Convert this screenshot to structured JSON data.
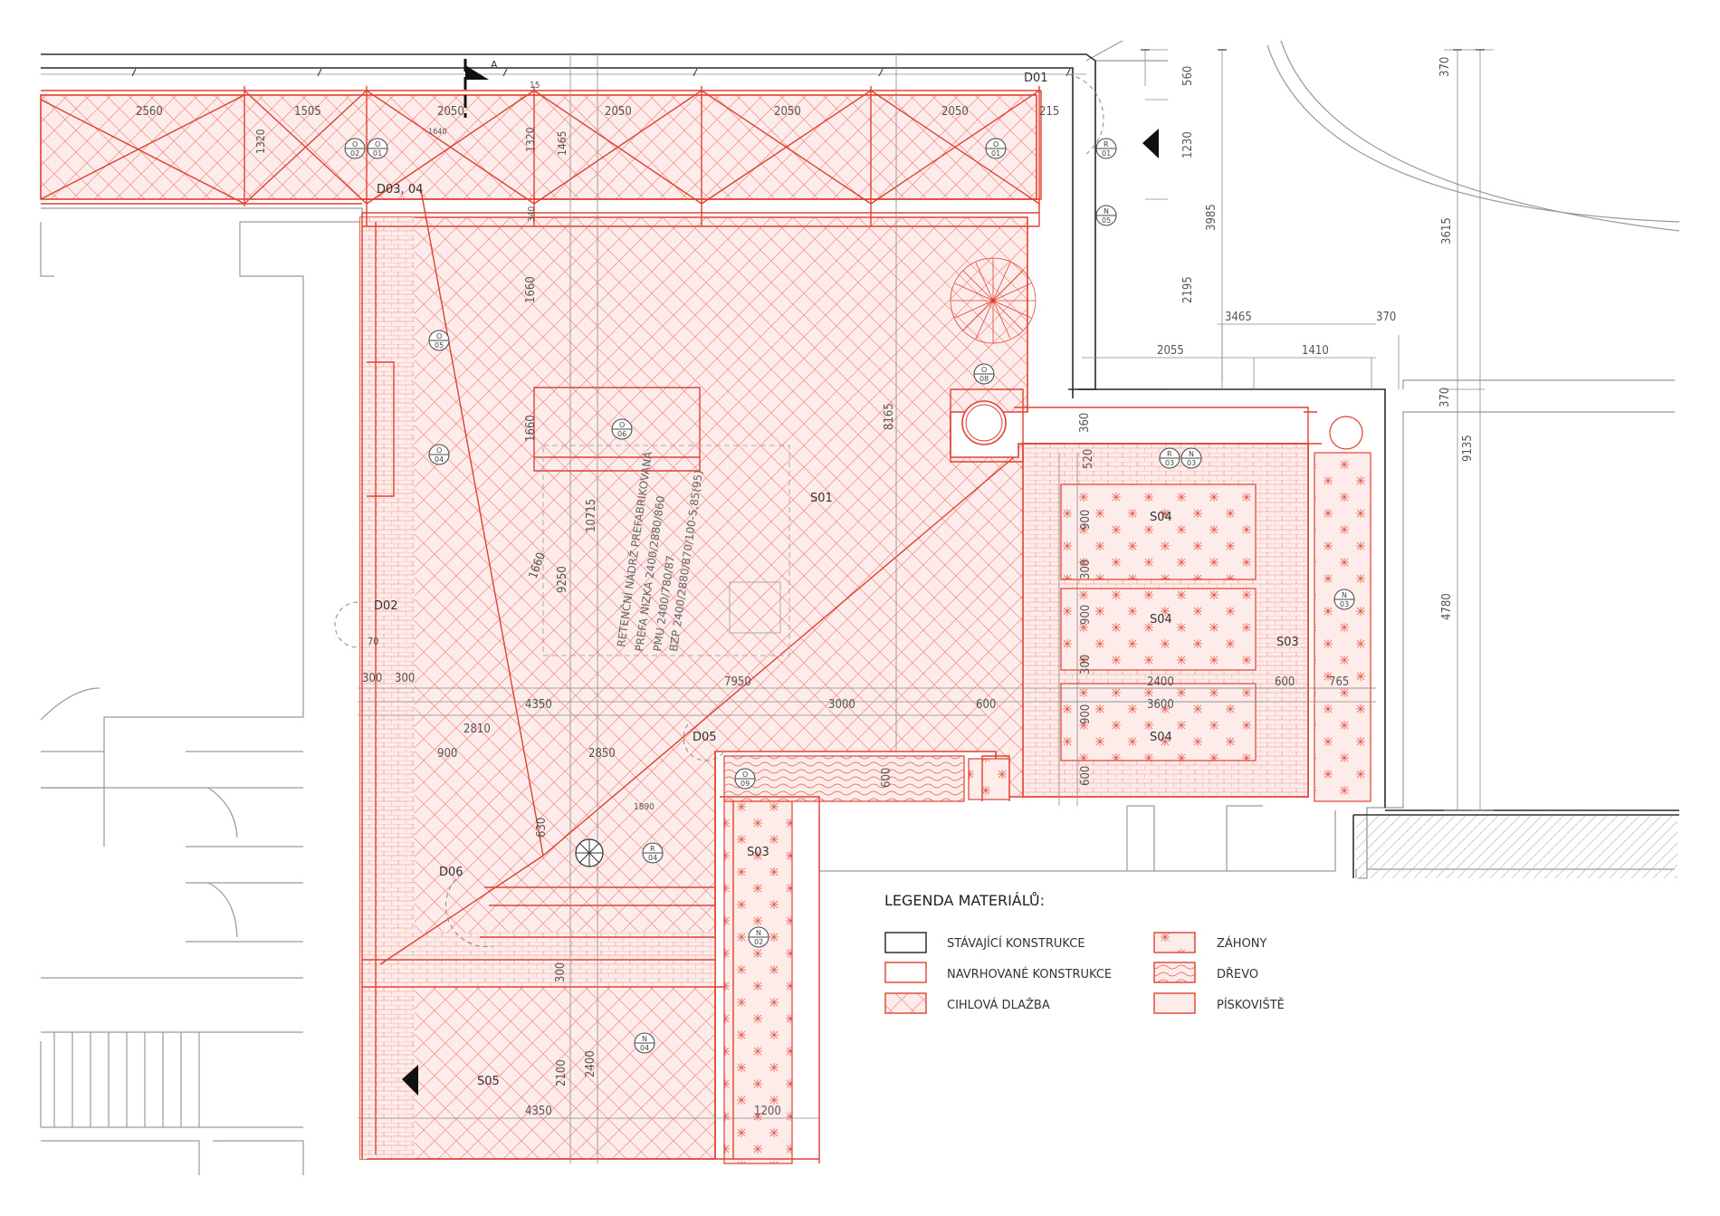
{
  "top_dims": [
    "2560",
    "1505",
    "2050",
    "2050",
    "2050",
    "2050",
    "215"
  ],
  "top_small": [
    "1320",
    "1320",
    "1465",
    "1640",
    "15",
    "340"
  ],
  "right_dims": {
    "d560": "560",
    "d1230": "1230",
    "d3985": "3985",
    "d2195": "2195",
    "d370a": "370",
    "d3615": "3615",
    "d370b": "370",
    "d9135": "9135",
    "d4780": "4780",
    "d3465": "3465",
    "d370c": "370",
    "d2055": "2055",
    "d1410": "1410"
  },
  "mid_dims": {
    "d1660a": "1660",
    "d1660b": "1660",
    "d1660c": "1660",
    "d10715": "10715",
    "d9250": "9250",
    "d8165": "8165",
    "d4350": "4350",
    "d7950": "7950",
    "d3000": "3000",
    "d600a": "600",
    "d2810": "2810",
    "d900a": "900",
    "d2850": "2850",
    "d300a": "300",
    "d300b": "300",
    "d70": "70",
    "d630": "630",
    "d1890": "1890",
    "d600b": "600",
    "d300c": "300",
    "d2100": "2100",
    "d2400a": "2400",
    "d4350b": "4350",
    "d1200": "1200"
  },
  "bed_dims": {
    "d360": "360",
    "d520": "520",
    "d900b": "900",
    "d300d": "300",
    "d900c": "900",
    "d300e": "300",
    "d900d": "900",
    "d600c": "600",
    "d2400b": "2400",
    "d3600": "3600",
    "d600d": "600",
    "d765": "765"
  },
  "zones": {
    "s01": "S01",
    "s04a": "S04",
    "s04b": "S04",
    "s04c": "S04",
    "s03a": "S03",
    "s03b": "S03",
    "s05": "S05"
  },
  "details": {
    "d01": "D01",
    "d03": "D03, 04",
    "d02": "D02",
    "d05": "D05",
    "d06": "D06",
    "sec": "A"
  },
  "markers": [
    {
      "t": "O",
      "n": "02"
    },
    {
      "t": "O",
      "n": "01"
    },
    {
      "t": "O",
      "n": "05"
    },
    {
      "t": "O",
      "n": "04"
    },
    {
      "t": "O",
      "n": "06"
    },
    {
      "t": "O",
      "n": "08"
    },
    {
      "t": "O",
      "n": "09"
    },
    {
      "t": "O",
      "n": "01"
    },
    {
      "t": "R",
      "n": "01"
    },
    {
      "t": "N",
      "n": "05"
    },
    {
      "t": "R",
      "n": "03"
    },
    {
      "t": "N",
      "n": "03"
    },
    {
      "t": "N",
      "n": "03"
    },
    {
      "t": "R",
      "n": "04"
    },
    {
      "t": "N",
      "n": "02"
    },
    {
      "t": "N",
      "n": "04"
    }
  ],
  "tank_note": {
    "line1": "RETENČNÍ NÁDRŽ PREFABRIKOVANÁ",
    "line2": "PREFA NIZKA 2400/2880/860",
    "line3": "PMU 2400/780/87",
    "line4": "BZP 2400/2880/870/100-5,85(95)"
  },
  "legend": {
    "title": "LEGENDA MATERIÁLŮ:",
    "items": [
      {
        "label": "STÁVAJÍCÍ KONSTRUKCE"
      },
      {
        "label": "NAVRHOVANÉ KONSTRUKCE"
      },
      {
        "label": "CIHLOVÁ DLAŽBA"
      },
      {
        "label": "ZÁHONY"
      },
      {
        "label": "DŘEVO"
      },
      {
        "label": "PÍSKOVIŠTĚ"
      }
    ]
  },
  "colors": {
    "red": "#e0402f",
    "gray": "#8a8a8a",
    "dark": "#222222",
    "fill": "#fde6e3"
  }
}
